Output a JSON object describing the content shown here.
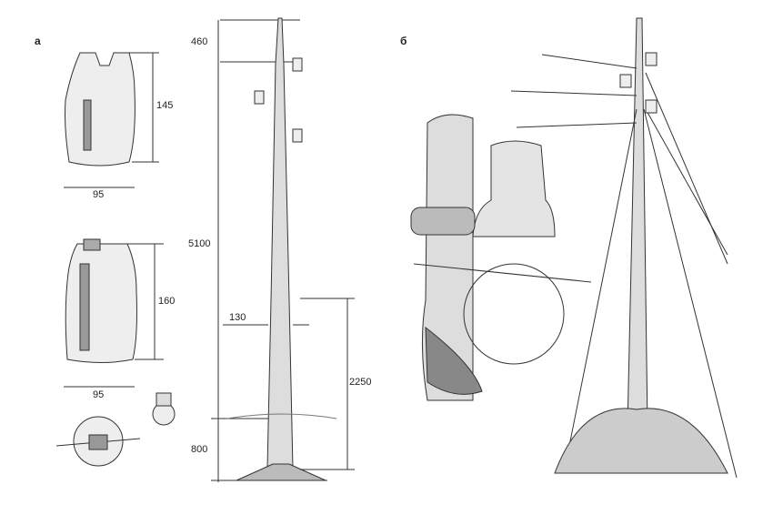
{
  "panels": {
    "a": "а",
    "b": "б"
  },
  "dimensions": {
    "top_insulator_height": "145",
    "top_insulator_width": "95",
    "lower_insulator_height": "160",
    "lower_insulator_width": "95",
    "pole_top": "460",
    "pole_main": "5100",
    "pole_diameter": "130",
    "pole_lower": "2250",
    "pole_base": "800"
  }
}
